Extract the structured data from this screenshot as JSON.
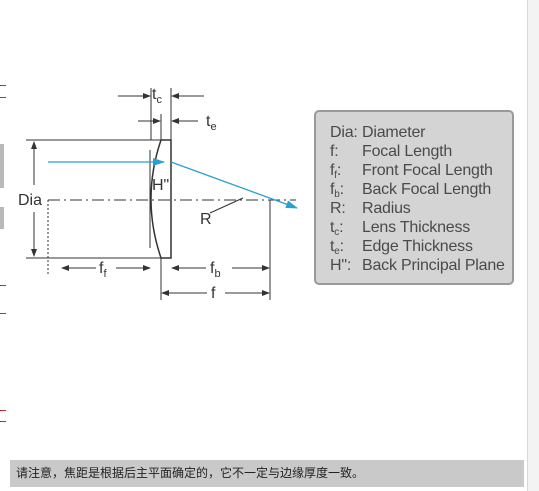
{
  "diagram": {
    "labels": {
      "tc_base": "t",
      "tc_sub": "c",
      "te_base": "t",
      "te_sub": "e",
      "dia": "Dia",
      "h": "H\"",
      "r": "R",
      "ff_base": "f",
      "ff_sub": "f",
      "fb_base": "f",
      "fb_sub": "b",
      "f": "f"
    }
  },
  "legend": {
    "items": [
      {
        "key": "Dia:",
        "key_sub": "",
        "value": "Diameter"
      },
      {
        "key": "f:",
        "key_sub": "",
        "value": "Focal Length"
      },
      {
        "key": "f",
        "key_sub": "f",
        "key_suffix": ":",
        "value": "Front Focal Length"
      },
      {
        "key": "f",
        "key_sub": "b",
        "key_suffix": ":",
        "value": "Back Focal Length"
      },
      {
        "key": "R:",
        "key_sub": "",
        "value": "Radius"
      },
      {
        "key": "t",
        "key_sub": "c",
        "key_suffix": ":",
        "value": "Lens Thickness"
      },
      {
        "key": "t",
        "key_sub": "e",
        "key_suffix": ":",
        "value": "Edge Thickness"
      },
      {
        "key": "H\":",
        "key_sub": "",
        "value": "Back Principal Plane"
      }
    ]
  },
  "footnote": {
    "text": "请注意，焦距是根据后主平面确定的，它不一定与边缘厚度一致。"
  },
  "colors": {
    "ray": "#2a9fd0",
    "line": "#333333",
    "legend_bg": "#d4d4d4",
    "legend_border": "#9a9a9a",
    "footnote_bg": "#c9c9c9"
  }
}
